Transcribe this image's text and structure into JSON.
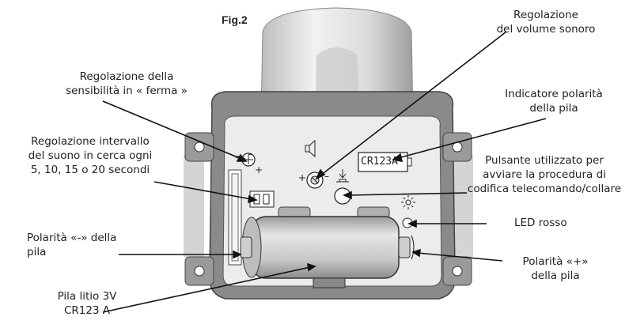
{
  "figure_label": "Fig.2",
  "battery_marking": "CR123A",
  "symbols": {
    "minus": "–",
    "plus": "+",
    "plus_minus_left": "+",
    "plus_minus_right": "–"
  },
  "callouts": {
    "volume": [
      "Regolazione",
      "del volume sonoro"
    ],
    "sensitivity": [
      "Regolazione della",
      "sensibilità in « ferma »"
    ],
    "polarity_indicator": [
      "Indicatore polarità",
      "della pila"
    ],
    "interval": [
      "Regolazione intervallo",
      "del suono in cerca ogni",
      "5, 10, 15 o 20 secondi"
    ],
    "button": [
      "Pulsante utilizzato per",
      "avviare la procedura di",
      "codifica telecomando/collare"
    ],
    "led": [
      "LED rosso"
    ],
    "negative_pole": [
      "Polarità «-» della",
      "pila"
    ],
    "positive_pole": [
      "Polarità «+»",
      "della pila"
    ],
    "battery": [
      "Pila litio 3V",
      "CR123 A"
    ]
  },
  "colors": {
    "housing": "#8a8a8a",
    "housing_inner": "#ececec",
    "antenna": "#d6d6d6",
    "lines": "#111111",
    "text": "#222222"
  },
  "icons": [
    "speaker-icon",
    "led-sun-icon",
    "push-button-arrow-icon",
    "screw-icon",
    "potentiometer-icon"
  ]
}
